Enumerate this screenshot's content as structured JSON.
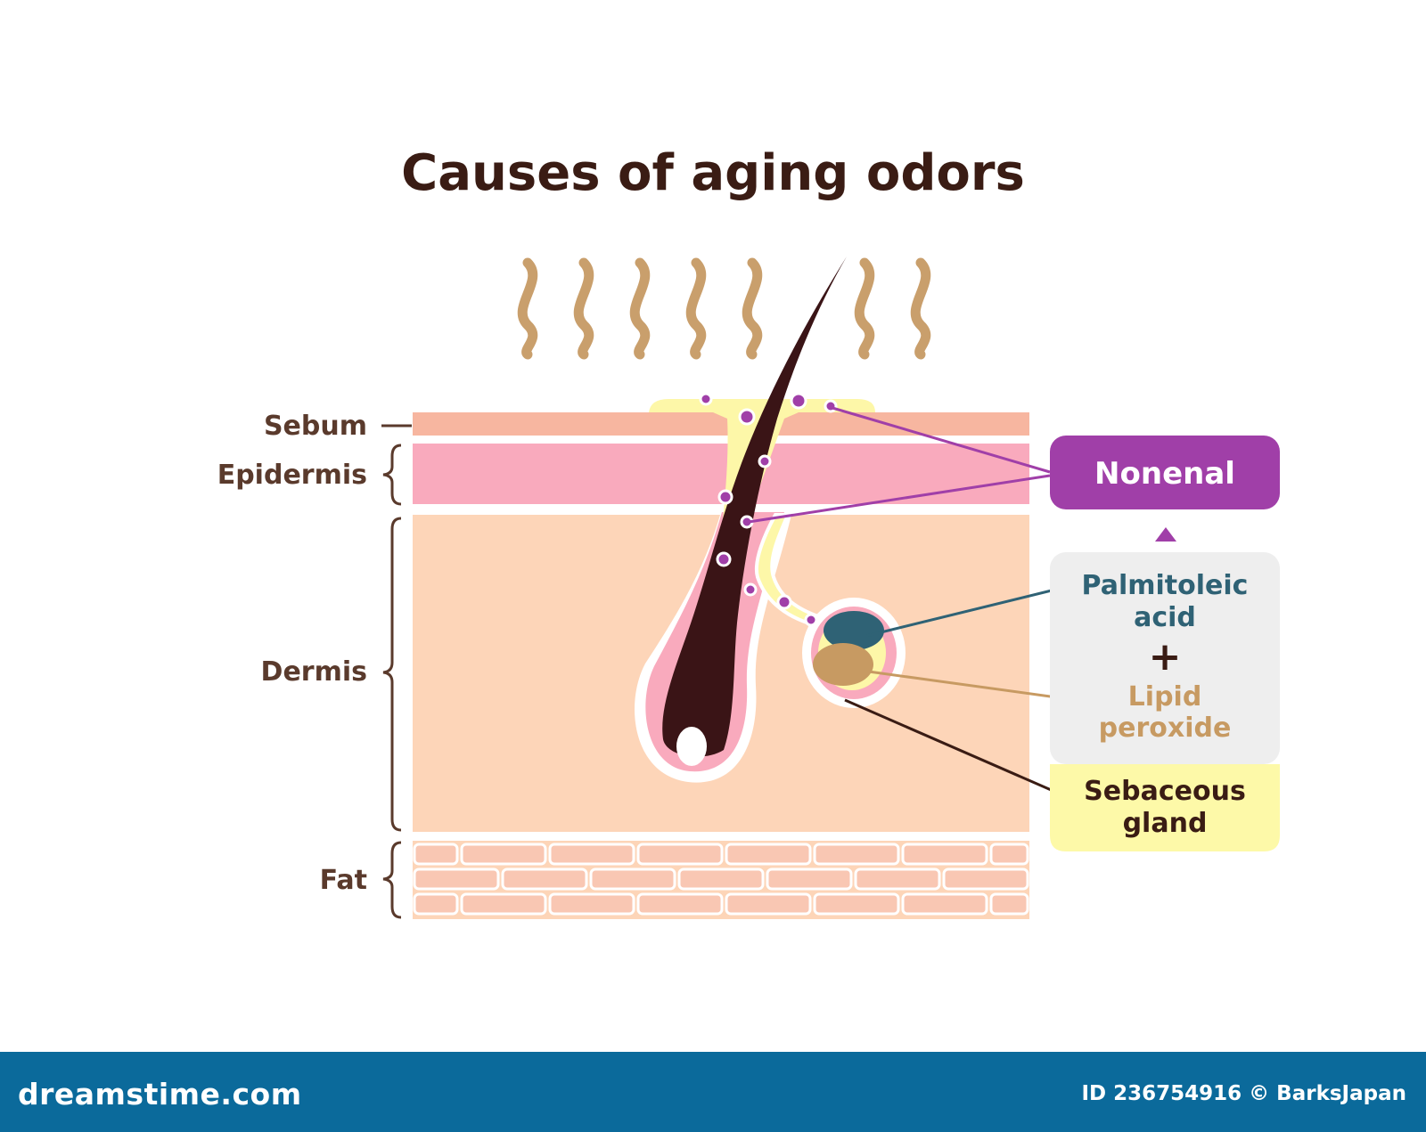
{
  "title": "Causes of aging odors",
  "layers": {
    "sebum": "Sebum",
    "epidermis": "Epidermis",
    "dermis": "Dermis",
    "fat": "Fat"
  },
  "callouts": {
    "nonenal": "Nonenal",
    "palmitoleic_line1": "Palmitoleic",
    "palmitoleic_line2": "acid",
    "plus": "+",
    "lipid_line1": "Lipid",
    "lipid_line2": "peroxide",
    "sebaceous_line1": "Sebaceous",
    "sebaceous_line2": "gland"
  },
  "footer": {
    "brand": "dreamstime.com",
    "credit": "ID 236754916 © BarksJapan"
  },
  "colors": {
    "title": "#3a1c14",
    "label": "#5a3a2c",
    "sebum_layer": "#f7b6a0",
    "epidermis_layer": "#f9aabd",
    "dermis_layer": "#fdd5b8",
    "fat_cell": "#f9c7b3",
    "hair": "#3a1416",
    "sebum_yellow": "#fdf7a8",
    "nonenal_purple": "#a03fa8",
    "palmitoleic_teal": "#2f6275",
    "lipid_tan": "#c79a62",
    "odor_wave": "#c99f6c",
    "footer_bg": "#0b6a9b"
  }
}
